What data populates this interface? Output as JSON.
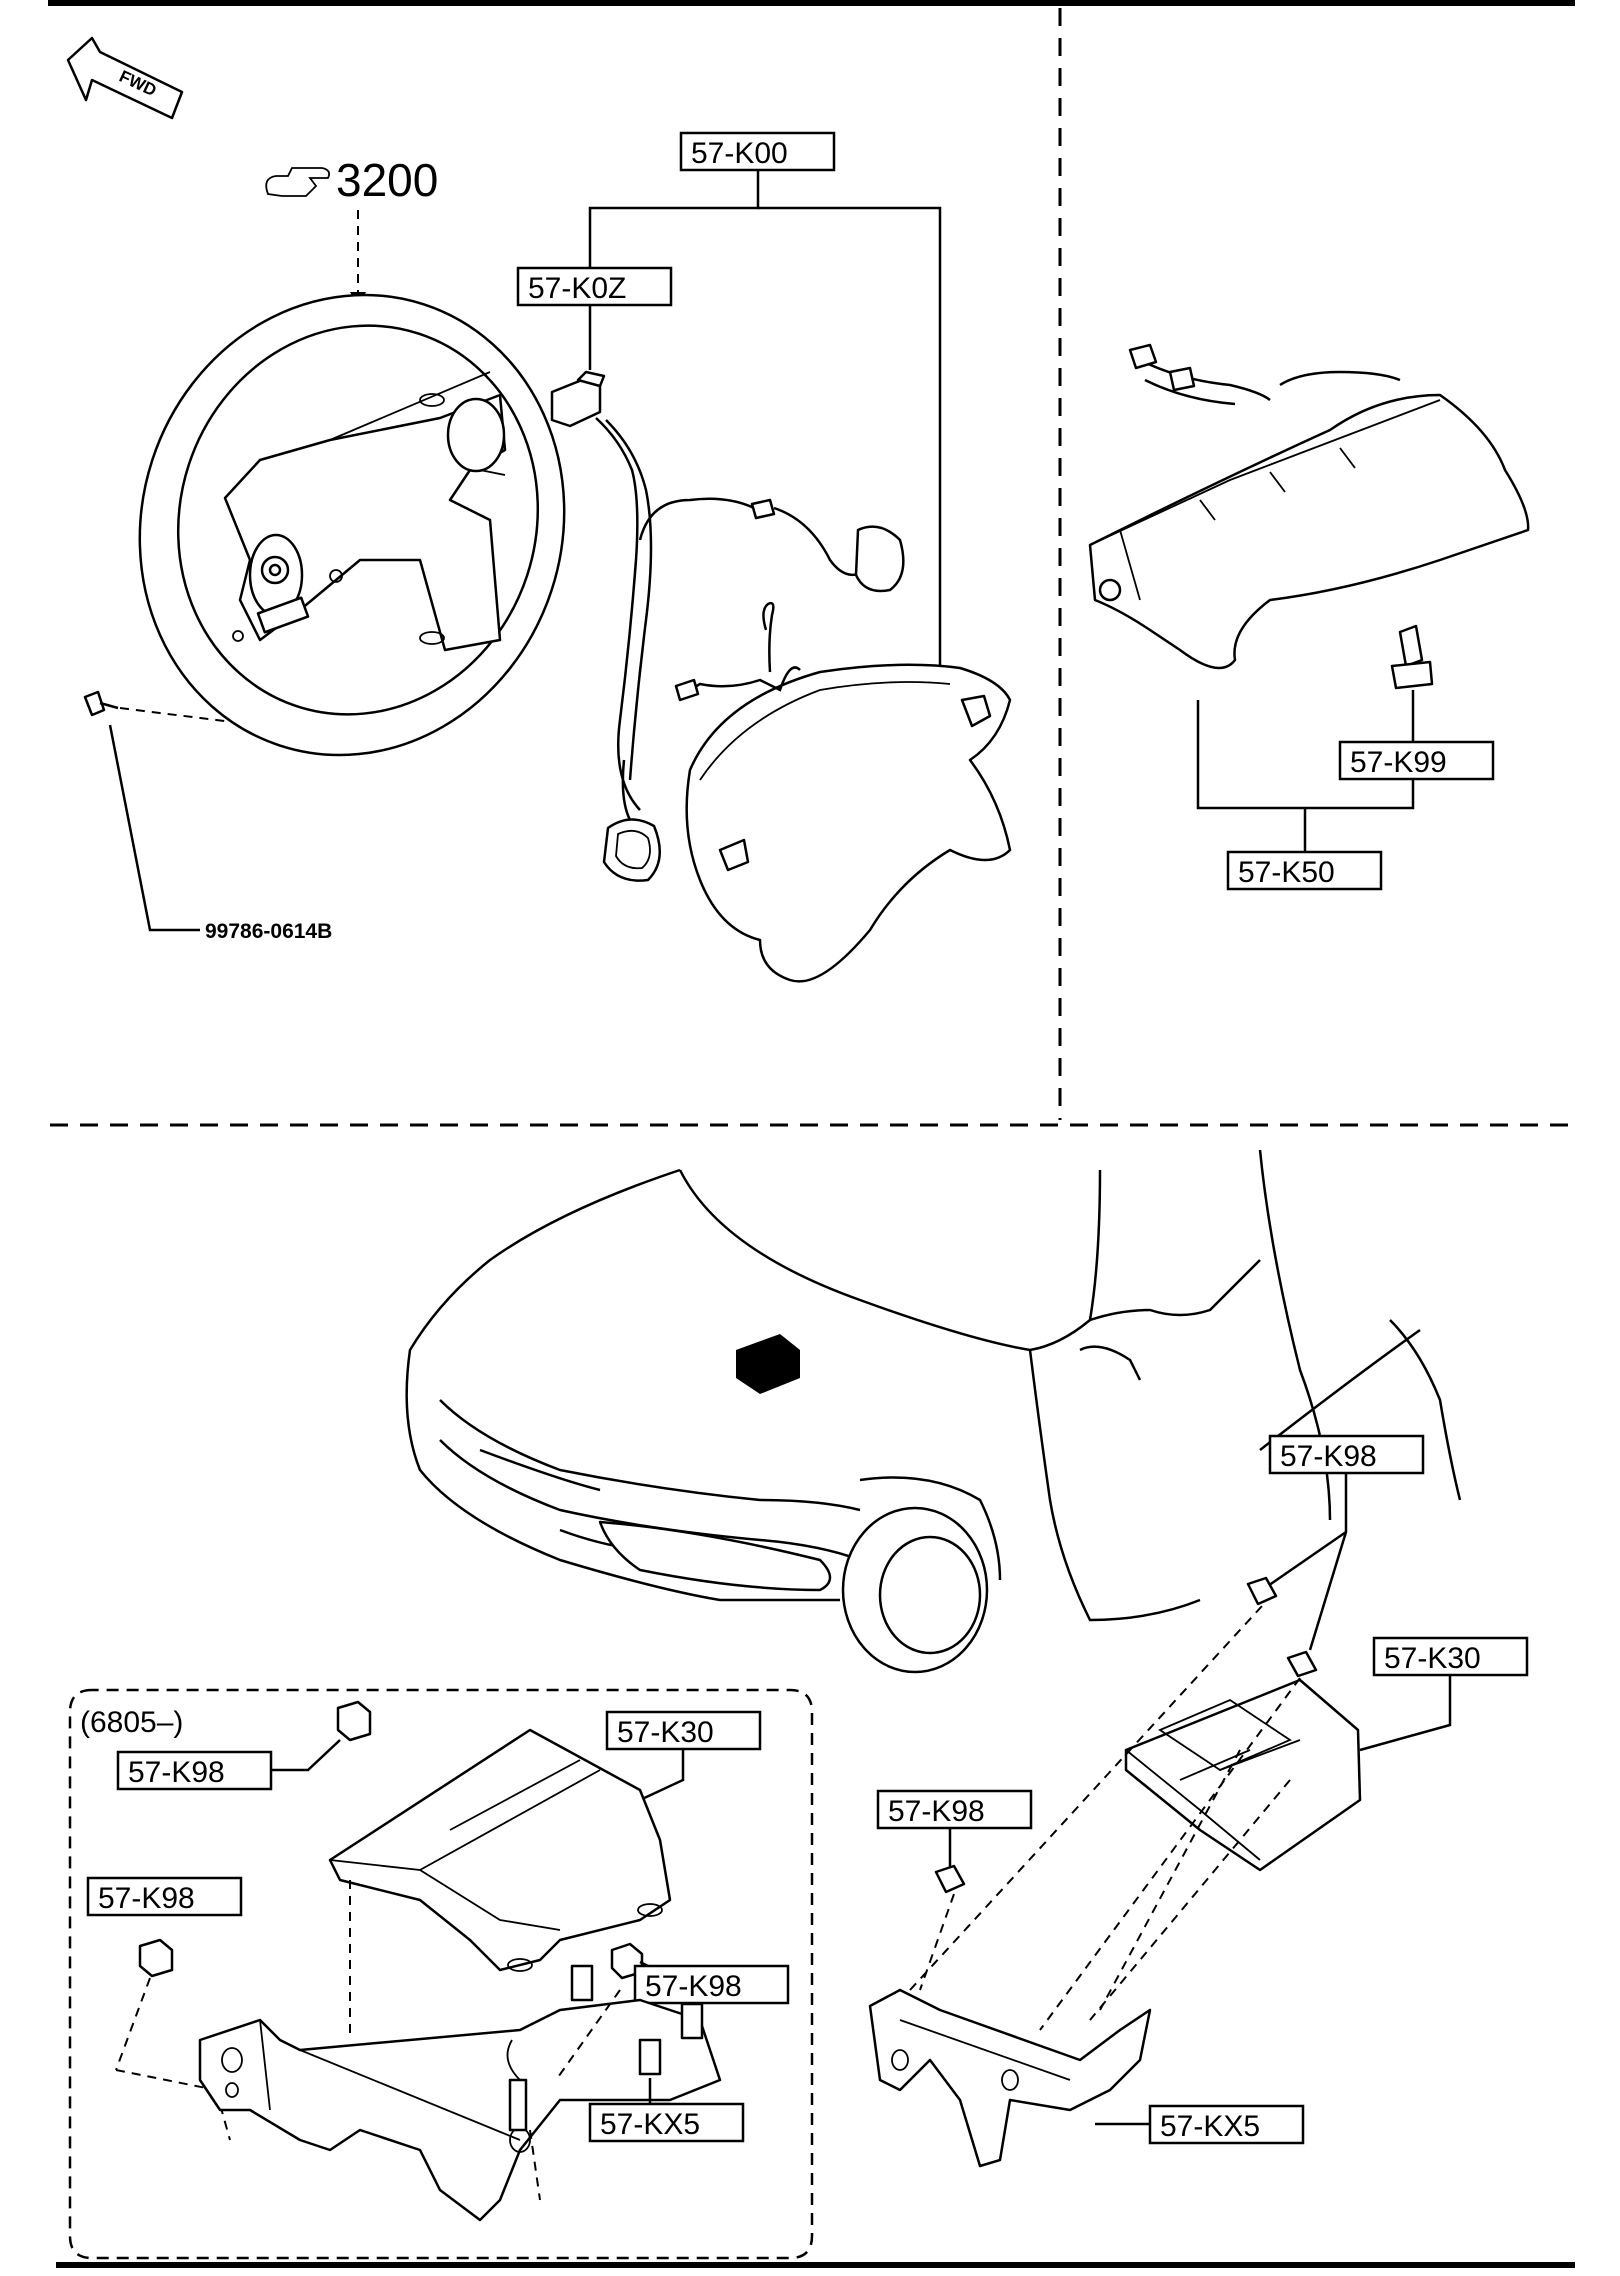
{
  "labels": {
    "steering_ref": "3200",
    "harness": "57-K00",
    "clock_spring": "57-K0Z",
    "bolt_wheel": "99786-0614B",
    "passenger_module_nut": "57-K99",
    "passenger_module": "57-K50",
    "fwd": "FWD",
    "range_note": "(6805–)",
    "unit_top": "57-K30",
    "unit_bottom": "57-K30",
    "nut_right_top": "57-K98",
    "nut_right_mid": "57-K98",
    "nut_left_a": "57-K98",
    "nut_left_b": "57-K98",
    "nut_left_c": "57-K98",
    "bracket_right": "57-KX5",
    "bracket_left": "57-KX5"
  }
}
